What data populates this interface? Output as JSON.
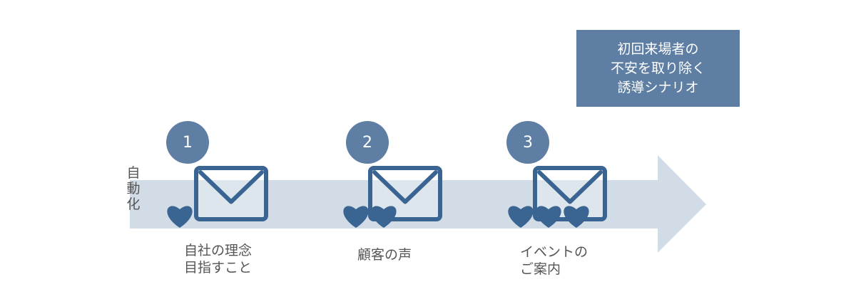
{
  "title": [
    "初回来場者の",
    "不安を取り除く",
    "誘導シナリオ"
  ],
  "side_label": [
    "自",
    "動",
    "化"
  ],
  "steps": [
    {
      "number": "1",
      "label": [
        "自社の理念",
        "目指すこと"
      ],
      "hearts": 1
    },
    {
      "number": "2",
      "label": [
        "顧客の声"
      ],
      "hearts": 2
    },
    {
      "number": "3",
      "label": [
        "イベントの",
        "ご案内"
      ],
      "hearts": 3
    }
  ],
  "colors": {
    "arrow": "#d2dce7",
    "accent": "#5e7fa3",
    "icon": "#3a6592",
    "text": "#555555"
  },
  "icons": {
    "message": "envelope-icon",
    "reaction": "heart-icon"
  }
}
